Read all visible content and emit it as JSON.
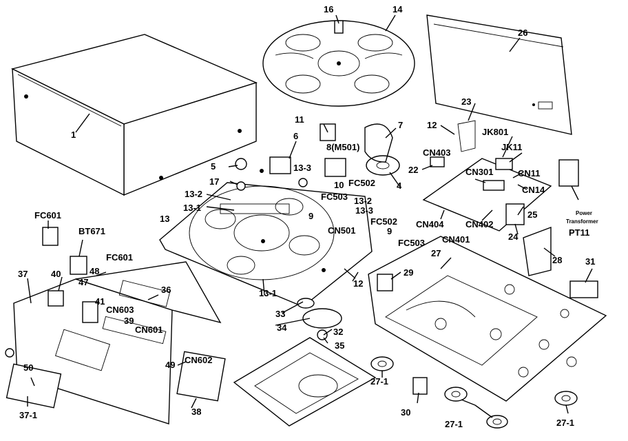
{
  "labels": {
    "l16": "16",
    "l14": "14",
    "l26": "26",
    "l1": "1",
    "l11": "11",
    "l7": "7",
    "l6": "6",
    "l8": "8(M501)",
    "l23": "23",
    "l12a": "12",
    "l5": "5",
    "l17": "17",
    "l13_3a": "13-3",
    "l13_2a": "13-2",
    "l13_1a": "13-1",
    "l10": "10",
    "lFC502a": "FC502",
    "lCN403": "CN403",
    "lJK801": "JK801",
    "lJK11": "JK11",
    "l22": "22",
    "lCN301": "CN301",
    "lCN11": "CN11",
    "lCN14": "CN14",
    "l4": "4",
    "lFC503a": "FC503",
    "l13_2b": "13-2",
    "l13_3b": "13-3",
    "l9a": "9",
    "lCN501": "CN501",
    "lFC502b": "FC502",
    "l9b": "9",
    "lFC503b": "FC503",
    "l13": "13",
    "lFC601a": "FC601",
    "lBT671": "BT671",
    "lCN404": "CN404",
    "lCN402": "CN402",
    "l25": "25",
    "lPT11": "PT11",
    "l24": "24",
    "lCN401": "CN401",
    "l27": "27",
    "l28": "28",
    "l31": "31",
    "lFC601b": "FC601",
    "l48": "48",
    "l37": "37",
    "l40": "40",
    "l47": "47",
    "l36": "36",
    "l29": "29",
    "l12b": "12",
    "l13_1b": "13-1",
    "l41": "41",
    "lCN603": "CN603",
    "l39": "39",
    "lCN601": "CN601",
    "l33": "33",
    "l34": "34",
    "l32": "32",
    "l35": "35",
    "l49": "49",
    "lCN602": "CN602",
    "l50": "50",
    "l27_1a": "27-1",
    "l38": "38",
    "l37_1": "37-1",
    "l30": "30",
    "l27_1b": "27-1",
    "l27_1c": "27-1"
  },
  "transformer_caption": [
    "Power",
    "Transformer"
  ]
}
